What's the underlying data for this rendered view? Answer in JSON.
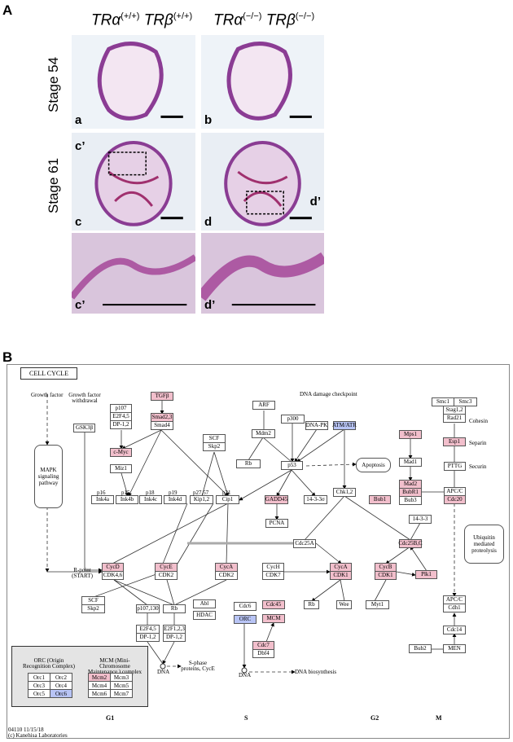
{
  "panel_a": {
    "label": "A",
    "col_headers": [
      {
        "a": "TRα",
        "a_sup": "(+/+)",
        "b": "TRβ",
        "b_sup": "(+/+)"
      },
      {
        "a": "TRα",
        "a_sup": "(−/−)",
        "b": "TRβ",
        "b_sup": "(−/−)"
      }
    ],
    "row_labels": [
      "Stage 54",
      "Stage 61"
    ],
    "images": [
      {
        "label": "a"
      },
      {
        "label": "b"
      },
      {
        "label": "c",
        "callout": "c’"
      },
      {
        "label": "d",
        "callout": "d’"
      },
      {
        "label": "c’"
      },
      {
        "label": "d’"
      }
    ]
  },
  "panel_b": {
    "label": "B",
    "title": "CELL CYCLE",
    "highlight_colors": {
      "pink": "#f2bfcc",
      "blue": "#b8c4f5"
    },
    "nodes": [
      {
        "id": "tgfb",
        "rows": [
          {
            "t": "TGFβ",
            "c": "pink"
          }
        ]
      },
      {
        "id": "smad",
        "rows": [
          {
            "t": "Smad2,3",
            "c": "pink"
          },
          {
            "t": "Smad4"
          }
        ]
      },
      {
        "id": "p107",
        "rows": [
          {
            "t": "p107"
          },
          {
            "t": "E2F4,5"
          },
          {
            "t": "DP-1,2"
          }
        ]
      },
      {
        "id": "gsk",
        "rows": [
          {
            "t": "GSK3β"
          }
        ]
      },
      {
        "id": "cmyc",
        "rows": [
          {
            "t": "c-Myc",
            "c": "pink"
          }
        ]
      },
      {
        "id": "miz",
        "rows": [
          {
            "t": "Miz1"
          }
        ]
      },
      {
        "id": "scf1",
        "rows": [
          {
            "t": "SCF"
          },
          {
            "t": "Skp2"
          }
        ]
      },
      {
        "id": "ink4a",
        "rows": [
          {
            "t": "Ink4a"
          }
        ]
      },
      {
        "id": "ink4b",
        "rows": [
          {
            "t": "Ink4b"
          }
        ]
      },
      {
        "id": "ink4c",
        "rows": [
          {
            "t": "Ink4c"
          }
        ]
      },
      {
        "id": "ink4d",
        "rows": [
          {
            "t": "Ink4d"
          }
        ]
      },
      {
        "id": "kip",
        "rows": [
          {
            "t": "Kip1,2"
          }
        ]
      },
      {
        "id": "cip",
        "rows": [
          {
            "t": "Cip1"
          }
        ]
      },
      {
        "id": "arf",
        "rows": [
          {
            "t": "ARF"
          }
        ]
      },
      {
        "id": "mdm2",
        "rows": [
          {
            "t": "Mdm2"
          }
        ]
      },
      {
        "id": "rb1",
        "rows": [
          {
            "t": "Rb"
          }
        ]
      },
      {
        "id": "p300",
        "rows": [
          {
            "t": "p300"
          }
        ]
      },
      {
        "id": "dnapk",
        "rows": [
          {
            "t": "DNA-PK"
          }
        ]
      },
      {
        "id": "atm",
        "rows": [
          {
            "t": "ATM/ATR",
            "c": "blue"
          }
        ]
      },
      {
        "id": "p53",
        "rows": [
          {
            "t": "p53"
          }
        ]
      },
      {
        "id": "gadd",
        "rows": [
          {
            "t": "GADD45",
            "c": "pink"
          }
        ]
      },
      {
        "id": "s1433s",
        "rows": [
          {
            "t": "14-3-3σ"
          }
        ]
      },
      {
        "id": "chk",
        "rows": [
          {
            "t": "Chk1,2"
          }
        ]
      },
      {
        "id": "pcna",
        "rows": [
          {
            "t": "PCNA"
          }
        ]
      },
      {
        "id": "cdc25a",
        "rows": [
          {
            "t": "Cdc25A"
          }
        ]
      },
      {
        "id": "mps1",
        "rows": [
          {
            "t": "Mps1",
            "c": "pink"
          }
        ]
      },
      {
        "id": "mad1",
        "rows": [
          {
            "t": "Mad1"
          }
        ]
      },
      {
        "id": "mad2",
        "rows": [
          {
            "t": "Mad2",
            "c": "pink"
          },
          {
            "t": "BubR1",
            "c": "pink"
          },
          {
            "t": "Bub3"
          }
        ]
      },
      {
        "id": "bub1",
        "rows": [
          {
            "t": "Bub1",
            "c": "pink"
          }
        ]
      },
      {
        "id": "apc1",
        "rows": [
          {
            "t": "APC/C"
          },
          {
            "t": "Cdc20",
            "c": "pink"
          }
        ]
      },
      {
        "id": "s1433",
        "rows": [
          {
            "t": "14-3-3"
          }
        ]
      },
      {
        "id": "cdc25bc",
        "rows": [
          {
            "t": "Cdc25B,C",
            "c": "pink"
          }
        ]
      },
      {
        "id": "smc1",
        "rows": [
          {
            "t": "Smc1"
          }
        ]
      },
      {
        "id": "smc3",
        "rows": [
          {
            "t": "Smc3"
          }
        ]
      },
      {
        "id": "stag",
        "rows": [
          {
            "t": "Stag1,2"
          },
          {
            "t": "Rad21"
          }
        ]
      },
      {
        "id": "esp1",
        "rows": [
          {
            "t": "Esp1",
            "c": "pink"
          }
        ]
      },
      {
        "id": "pttg",
        "rows": [
          {
            "t": "PTTG"
          }
        ]
      },
      {
        "id": "cycd",
        "rows": [
          {
            "t": "CycD",
            "c": "pink"
          },
          {
            "t": "CDK4,6"
          }
        ]
      },
      {
        "id": "cyce",
        "rows": [
          {
            "t": "CycE",
            "c": "pink"
          },
          {
            "t": "CDK2"
          }
        ]
      },
      {
        "id": "cyca2",
        "rows": [
          {
            "t": "CycA",
            "c": "pink"
          },
          {
            "t": "CDK2"
          }
        ]
      },
      {
        "id": "scf2",
        "rows": [
          {
            "t": "SCF"
          },
          {
            "t": "Skp2"
          }
        ]
      },
      {
        "id": "p107130",
        "rows": [
          {
            "t": "p107,130"
          }
        ]
      },
      {
        "id": "rb2",
        "rows": [
          {
            "t": "Rb"
          }
        ]
      },
      {
        "id": "abl",
        "rows": [
          {
            "t": "Abl"
          }
        ]
      },
      {
        "id": "hdac",
        "rows": [
          {
            "t": "HDAC"
          }
        ]
      },
      {
        "id": "e2f45",
        "rows": [
          {
            "t": "E2F4,5"
          },
          {
            "t": "DP-1,2"
          }
        ]
      },
      {
        "id": "e2f123",
        "rows": [
          {
            "t": "E2F1,2,3"
          },
          {
            "t": "DP-1,2"
          }
        ]
      },
      {
        "id": "cdc6",
        "rows": [
          {
            "t": "Cdc6"
          }
        ]
      },
      {
        "id": "orc",
        "rows": [
          {
            "t": "ORC",
            "c": "blue"
          }
        ]
      },
      {
        "id": "cych",
        "rows": [
          {
            "t": "CycH"
          },
          {
            "t": "CDK7"
          }
        ]
      },
      {
        "id": "cyca1",
        "rows": [
          {
            "t": "CycA",
            "c": "pink"
          },
          {
            "t": "CDK1",
            "c": "pink"
          }
        ]
      },
      {
        "id": "cycb",
        "rows": [
          {
            "t": "CycB",
            "c": "pink"
          },
          {
            "t": "CDK1",
            "c": "pink"
          }
        ]
      },
      {
        "id": "plk1",
        "rows": [
          {
            "t": "Plk1",
            "c": "pink"
          }
        ]
      },
      {
        "id": "rb3",
        "rows": [
          {
            "t": "Rb"
          }
        ]
      },
      {
        "id": "wee",
        "rows": [
          {
            "t": "Wee"
          }
        ]
      },
      {
        "id": "myt1",
        "rows": [
          {
            "t": "Myt1"
          }
        ]
      },
      {
        "id": "cdc45",
        "rows": [
          {
            "t": "Cdc45",
            "c": "pink"
          }
        ]
      },
      {
        "id": "mcm",
        "rows": [
          {
            "t": "MCM",
            "c": "pink"
          }
        ]
      },
      {
        "id": "cdc7",
        "rows": [
          {
            "t": "Cdc7",
            "c": "pink"
          },
          {
            "t": "Dbf4"
          }
        ]
      },
      {
        "id": "apc2",
        "rows": [
          {
            "t": "APC/C"
          },
          {
            "t": "Cdh1"
          }
        ]
      },
      {
        "id": "cdc14",
        "rows": [
          {
            "t": "Cdc14"
          }
        ]
      },
      {
        "id": "men",
        "rows": [
          {
            "t": "MEN"
          }
        ]
      },
      {
        "id": "bub2",
        "rows": [
          {
            "t": "Bub2"
          }
        ]
      }
    ],
    "texts": [
      {
        "id": "gf",
        "t": "Growth factor"
      },
      {
        "id": "gfw",
        "t": "Growth factor withdrawal"
      },
      {
        "id": "ddc",
        "t": "DNA damage checkpoint"
      },
      {
        "id": "p16",
        "t": "p16"
      },
      {
        "id": "p15",
        "t": "p15"
      },
      {
        "id": "p18",
        "t": "p18"
      },
      {
        "id": "p19",
        "t": "p19"
      },
      {
        "id": "p2757",
        "t": "p27,57"
      },
      {
        "id": "p21",
        "t": "p21"
      },
      {
        "id": "cohesin",
        "t": "Cohesin"
      },
      {
        "id": "separin",
        "t": "Separin"
      },
      {
        "id": "securin",
        "t": "Securin"
      },
      {
        "id": "rpoint",
        "t": "R-point (START)"
      },
      {
        "id": "dna1",
        "t": "DNA"
      },
      {
        "id": "dna2",
        "t": "DNA"
      },
      {
        "id": "sphase",
        "t": "S-phase proteins, CycE"
      },
      {
        "id": "dnabio",
        "t": "DNA biosynthesis"
      },
      {
        "id": "footer1",
        "t": "04110 11/15/18"
      },
      {
        "id": "footer2",
        "t": "(c) Kanehisa Laboratories"
      }
    ],
    "rounded": [
      {
        "id": "mapk",
        "t": "MAPK signaling pathway"
      },
      {
        "id": "apop",
        "t": "Apoptosis"
      },
      {
        "id": "ubiq",
        "t": "Ubiquitin mediated proteolysis"
      }
    ],
    "legend": {
      "orc_title": "ORC (Origin Recognition Complex)",
      "mcm_title": "MCM (Mini-Chromosome Maintenance ) complex",
      "orc": [
        [
          {
            "t": "Orc1"
          },
          {
            "t": "Orc2"
          }
        ],
        [
          {
            "t": "Orc3"
          },
          {
            "t": "Orc4"
          }
        ],
        [
          {
            "t": "Orc5"
          },
          {
            "t": "Orc6",
            "c": "blue"
          }
        ]
      ],
      "mcm": [
        [
          {
            "t": "Mcm2",
            "c": "pink"
          },
          {
            "t": "Mcm3"
          }
        ],
        [
          {
            "t": "Mcm4"
          },
          {
            "t": "Mcm5"
          }
        ],
        [
          {
            "t": "Mcm6"
          },
          {
            "t": "Mcm7"
          }
        ]
      ]
    },
    "phases": [
      "G1",
      "S",
      "G2",
      "M"
    ]
  }
}
